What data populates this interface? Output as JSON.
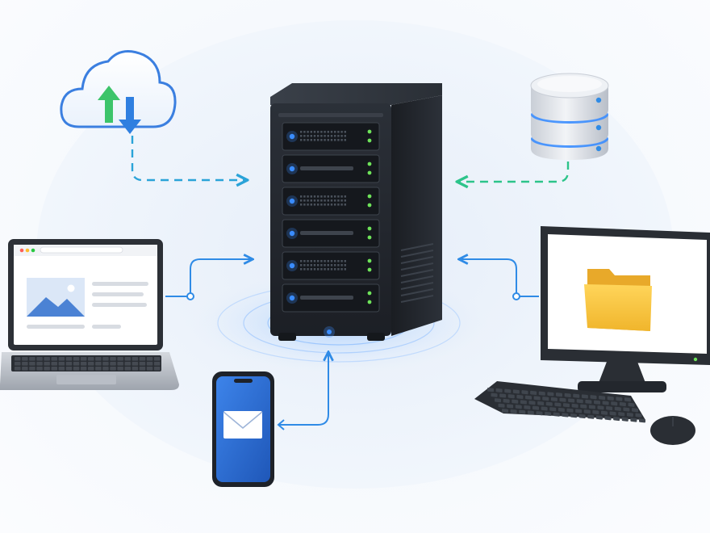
{
  "diagram": {
    "nodes": [
      {
        "id": "server",
        "icon": "server-tower-icon"
      },
      {
        "id": "cloud",
        "icon": "cloud-sync-icon"
      },
      {
        "id": "database",
        "icon": "database-icon"
      },
      {
        "id": "laptop",
        "icon": "laptop-icon"
      },
      {
        "id": "desktop",
        "icon": "desktop-monitor-icon"
      },
      {
        "id": "phone",
        "icon": "smartphone-mail-icon"
      }
    ],
    "edges": [
      {
        "from": "cloud",
        "to": "server",
        "style": "dashed",
        "color": "#2aa3d8"
      },
      {
        "from": "database",
        "to": "server",
        "style": "dashed",
        "color": "#2cc48a"
      },
      {
        "from": "laptop",
        "to": "server",
        "style": "solid",
        "color": "#2f8be6"
      },
      {
        "from": "desktop",
        "to": "server",
        "style": "solid",
        "color": "#2f8be6"
      },
      {
        "from": "phone",
        "to": "server",
        "style": "solid",
        "color": "#2f8be6"
      }
    ]
  },
  "colors": {
    "accent_blue": "#2f8be6",
    "accent_green": "#2cc48a",
    "led_blue": "#3a8dff",
    "led_green": "#6ee35a",
    "server_body": "#23272e",
    "folder_yellow": "#f6c53c",
    "phone_blue": "#2d6fd6"
  }
}
